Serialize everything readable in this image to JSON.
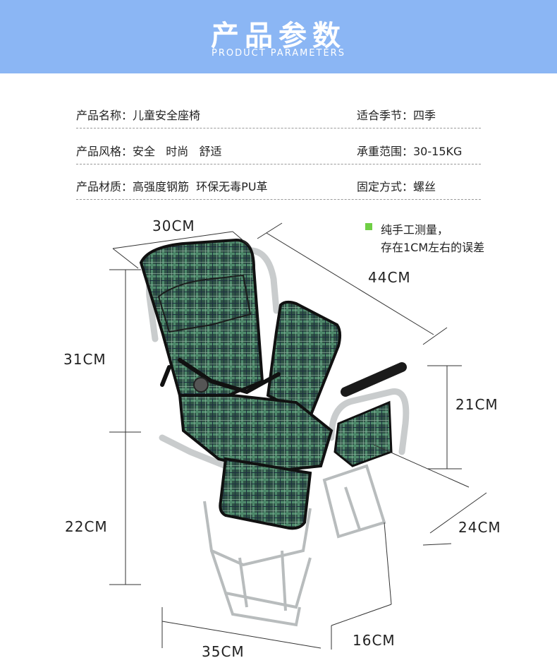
{
  "header": {
    "title": "产品参数",
    "subtitle": "PRODUCT PARAMETERS"
  },
  "params": {
    "name": "产品名称：儿童安全座椅",
    "season": "适合季节：四季",
    "style": "产品风格：安全   时尚   舒适",
    "load": "承重范围：30-15KG",
    "material": "产品材质：高强度钢筋  环保无毒PU革",
    "fixing": "固定方式：螺丝"
  },
  "note": {
    "line1": "纯手工测量，",
    "line2": "存在1CM左右的误差"
  },
  "dimensions": {
    "top_width": "30CM",
    "depth": "44CM",
    "back_height": "31CM",
    "armrest_height": "21CM",
    "lower_height": "22CM",
    "seat_depth": "24CM",
    "foot_width": "16CM",
    "base_width": "35CM"
  },
  "colors": {
    "banner": "#8bb6f4",
    "bullet": "#6fcf45",
    "fabric": "#2f5346",
    "frame": "#c9cccd"
  }
}
